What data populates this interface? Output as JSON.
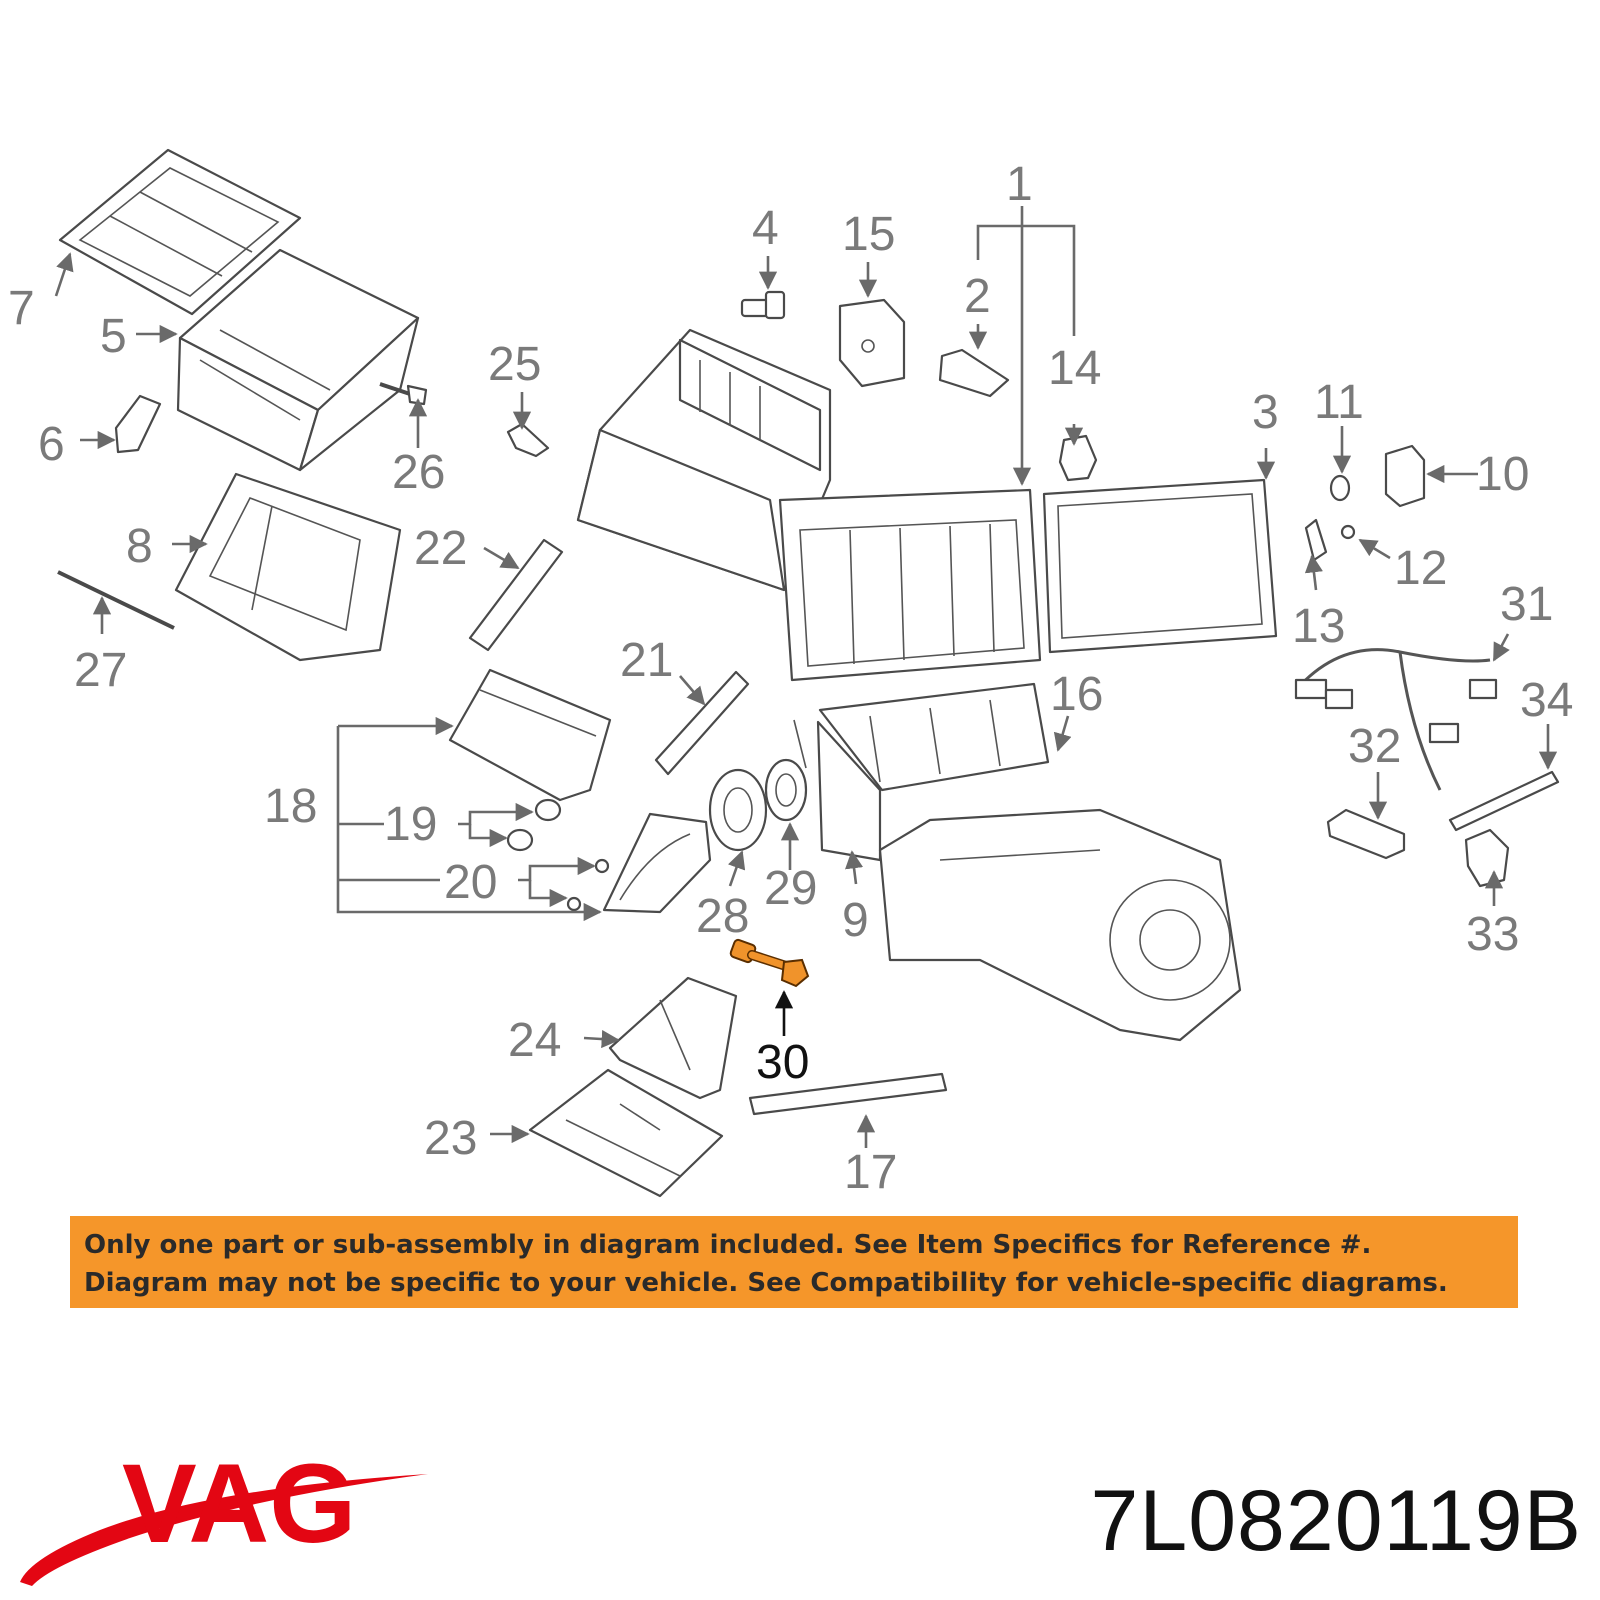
{
  "diagram": {
    "callouts": [
      {
        "id": "c1",
        "text": "1"
      },
      {
        "id": "c2",
        "text": "2"
      },
      {
        "id": "c3",
        "text": "3"
      },
      {
        "id": "c4",
        "text": "4"
      },
      {
        "id": "c5",
        "text": "5"
      },
      {
        "id": "c6",
        "text": "6"
      },
      {
        "id": "c7",
        "text": "7"
      },
      {
        "id": "c8",
        "text": "8"
      },
      {
        "id": "c9",
        "text": "9"
      },
      {
        "id": "c10",
        "text": "10"
      },
      {
        "id": "c11",
        "text": "11"
      },
      {
        "id": "c12",
        "text": "12"
      },
      {
        "id": "c13",
        "text": "13"
      },
      {
        "id": "c14",
        "text": "14"
      },
      {
        "id": "c15",
        "text": "15"
      },
      {
        "id": "c16",
        "text": "16"
      },
      {
        "id": "c17",
        "text": "17"
      },
      {
        "id": "c18",
        "text": "18"
      },
      {
        "id": "c19",
        "text": "19"
      },
      {
        "id": "c20",
        "text": "20"
      },
      {
        "id": "c21",
        "text": "21"
      },
      {
        "id": "c22",
        "text": "22"
      },
      {
        "id": "c23",
        "text": "23"
      },
      {
        "id": "c24",
        "text": "24"
      },
      {
        "id": "c25",
        "text": "25"
      },
      {
        "id": "c26",
        "text": "26"
      },
      {
        "id": "c27",
        "text": "27"
      },
      {
        "id": "c28",
        "text": "28"
      },
      {
        "id": "c29",
        "text": "29"
      },
      {
        "id": "c30",
        "text": "30",
        "highlighted": true
      },
      {
        "id": "c31",
        "text": "31"
      },
      {
        "id": "c32",
        "text": "32"
      },
      {
        "id": "c33",
        "text": "33"
      },
      {
        "id": "c34",
        "text": "34"
      }
    ],
    "highlighted_part": "30",
    "highlight_color": "#f0932b"
  },
  "notice": {
    "line1": "Only one part or sub-assembly in diagram included. See Item Specifics for Reference #.",
    "line2": "Diagram may not be specific to your vehicle. See Compatibility for vehicle-specific diagrams.",
    "background": "#f5962a"
  },
  "brand": {
    "logo_text": "VAG",
    "color": "#e30613"
  },
  "part_number": "7L0820119B"
}
